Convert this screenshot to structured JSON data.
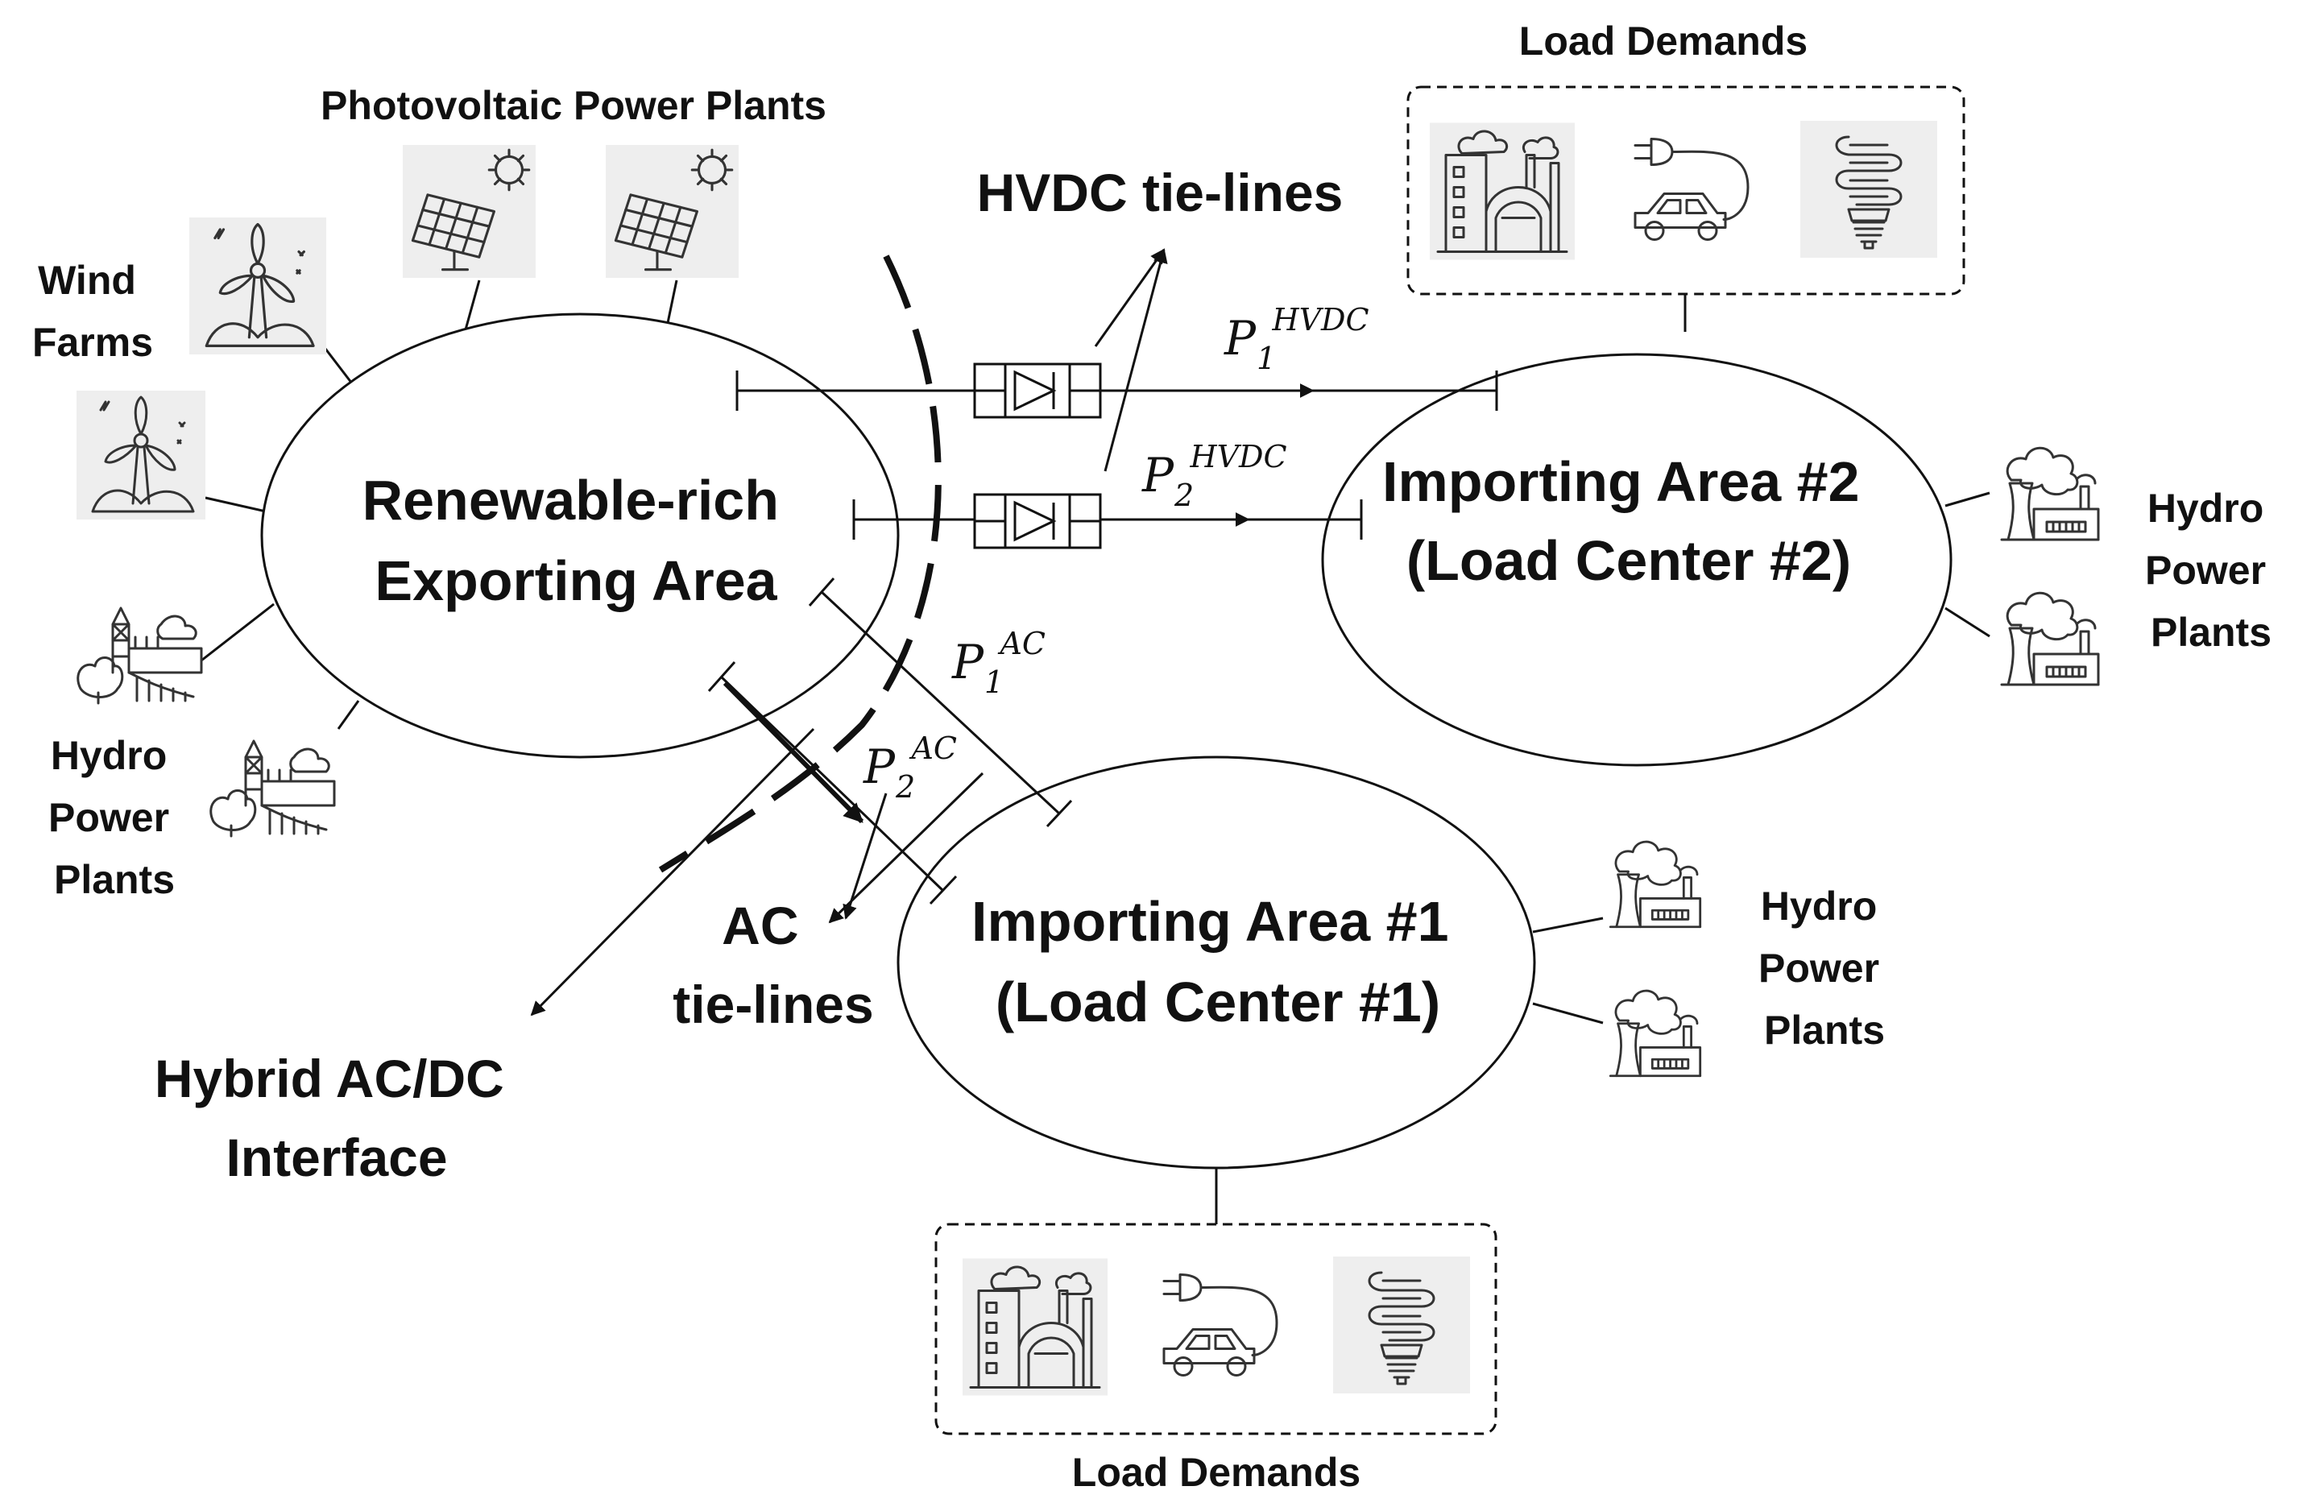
{
  "labels": {
    "photovoltaic": "Photovoltaic Power Plants",
    "wind_line1": "Wind",
    "wind_line2": "Farms",
    "hydro_left": [
      "Hydro",
      "Power",
      "Plants"
    ],
    "hydro_right2": [
      "Hydro",
      "Power",
      "Plants"
    ],
    "hydro_right1": [
      "Hydro",
      "Power",
      "Plants"
    ],
    "hvdc_tielines": "HVDC tie-lines",
    "ac_line1": "AC",
    "ac_line2": "tie-lines",
    "hybrid_line1": "Hybrid AC/DC",
    "hybrid_line2": "Interface",
    "load_demands_top": "Load Demands",
    "load_demands_bottom": "Load Demands"
  },
  "areas": {
    "exporting": [
      "Renewable-rich",
      "Exporting Area"
    ],
    "importing2": [
      "Importing Area #2",
      "(Load Center #2)"
    ],
    "importing1": [
      "Importing Area #1",
      "(Load Center #1)"
    ]
  },
  "flows": {
    "p1_hvdc": {
      "base": "P",
      "sub": "1",
      "sup": "HVDC"
    },
    "p2_hvdc": {
      "base": "P",
      "sub": "2",
      "sup": "HVDC"
    },
    "p1_ac": {
      "base": "P",
      "sub": "1",
      "sup": "AC"
    },
    "p2_ac": {
      "base": "P",
      "sub": "2",
      "sup": "AC"
    }
  },
  "icons": {
    "solar": "solar-panel-icon",
    "wind": "wind-turbine-icon",
    "hydro": "hydro-dam-icon",
    "power_plant": "power-plant-icon",
    "factory": "factory-icon",
    "ev": "electric-car-icon",
    "bulb": "light-bulb-icon",
    "converter": "converter-icon"
  }
}
